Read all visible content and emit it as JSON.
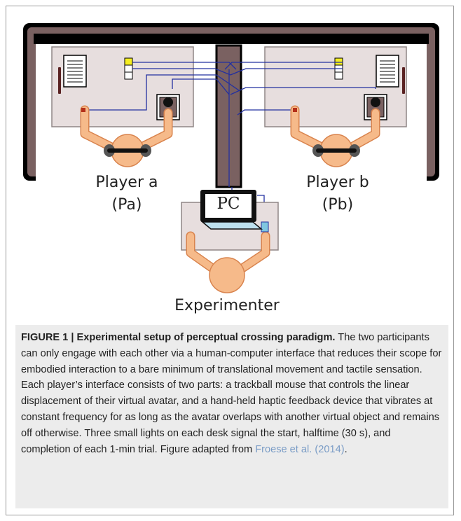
{
  "figure": {
    "labels": {
      "player_a": "Player a",
      "player_a_abbr": "(Pa)",
      "player_b": "Player b",
      "player_b_abbr": "(Pb)",
      "pc": "PC",
      "experimenter": "Experimenter"
    },
    "colors": {
      "wall": "#7a6161",
      "wall_outline": "#000000",
      "desk": "#e7dede",
      "desk_outline": "#8f8585",
      "skin": "#f6ba8a",
      "skin_outline": "#d9844e",
      "wire": "#2330a0",
      "light_yellow": "#f5ee22",
      "mouse_body": "#7a6161",
      "haptic_device": "#7fc6e0",
      "screen": "#bde0ee"
    }
  },
  "caption": {
    "title": "FIGURE 1 | Experimental setup of perceptual crossing paradigm.",
    "text": " The two participants can only engage with each other via a human-computer interface that reduces their scope for embodied interaction to a bare minimum of translational movement and tactile sensation. Each player’s interface consists of two parts: a trackball mouse that controls the linear displacement of their virtual avatar, and a hand-held haptic feedback device that vibrates at constant frequency for as long as the avatar overlaps with another virtual object and remains off otherwise. Three small lights on each desk signal the start, halftime (30 s), and completion of each 1-min trial. Figure adapted from ",
    "link_text": "Froese et al. (2014)",
    "tail": "."
  }
}
